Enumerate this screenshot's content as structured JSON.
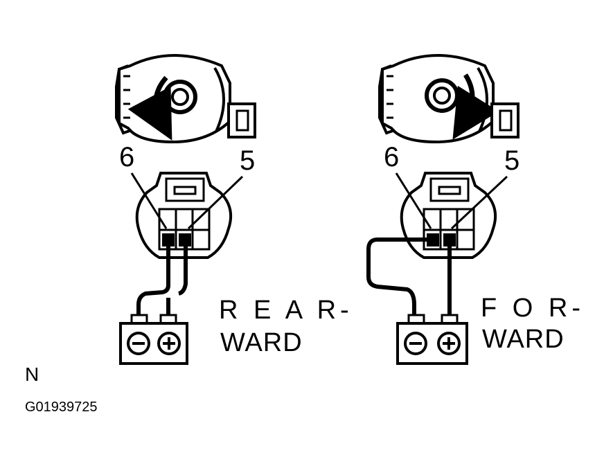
{
  "panels": [
    {
      "id": "rearward",
      "pin_left": "6",
      "pin_right": "5",
      "label_line1": "R E A R-",
      "label_line2": "WARD",
      "rotation": "counterclockwise"
    },
    {
      "id": "forward",
      "pin_left": "6",
      "pin_right": "5",
      "label_line1": "F O R-",
      "label_line2": "WARD",
      "rotation": "clockwise"
    }
  ],
  "battery": {
    "negative_symbol": "⊖",
    "positive_symbol": "⊕"
  },
  "corner_label": "N",
  "figure_code": "G01939725",
  "colors": {
    "ink": "#000000",
    "paper": "#ffffff"
  }
}
